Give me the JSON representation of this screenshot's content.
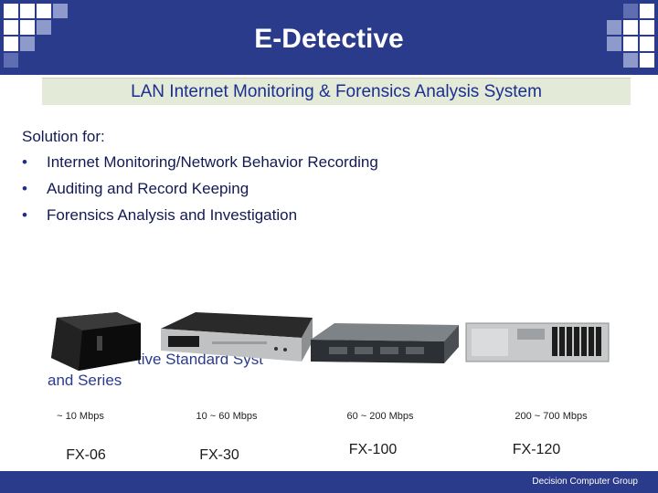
{
  "header": {
    "title": "E-Detective"
  },
  "subtitle": "LAN Internet Monitoring & Forensics Analysis System",
  "solution": {
    "heading": "Solution for:",
    "bullet_glyph": "•",
    "items": [
      "Internet Monitoring/Network Behavior Recording",
      "Auditing and Record Keeping",
      "Forensics Analysis and Investigation"
    ]
  },
  "overlay": {
    "line1": "tive Standard Syst",
    "line2": "and Series"
  },
  "products": [
    {
      "speed": "~ 10 Mbps",
      "model": "FX-06"
    },
    {
      "speed": "10 ~ 60 Mbps",
      "model": "FX-30"
    },
    {
      "speed": "60 ~ 200 Mbps",
      "model": "FX-100"
    },
    {
      "speed": "200 ~ 700 Mbps",
      "model": "FX-120"
    }
  ],
  "footer": {
    "company": "Decision Computer Group"
  },
  "colors": {
    "header": "#2b3b8c",
    "subtitle_bg": "#e3ead8",
    "text_blue": "#1c2f8f"
  }
}
